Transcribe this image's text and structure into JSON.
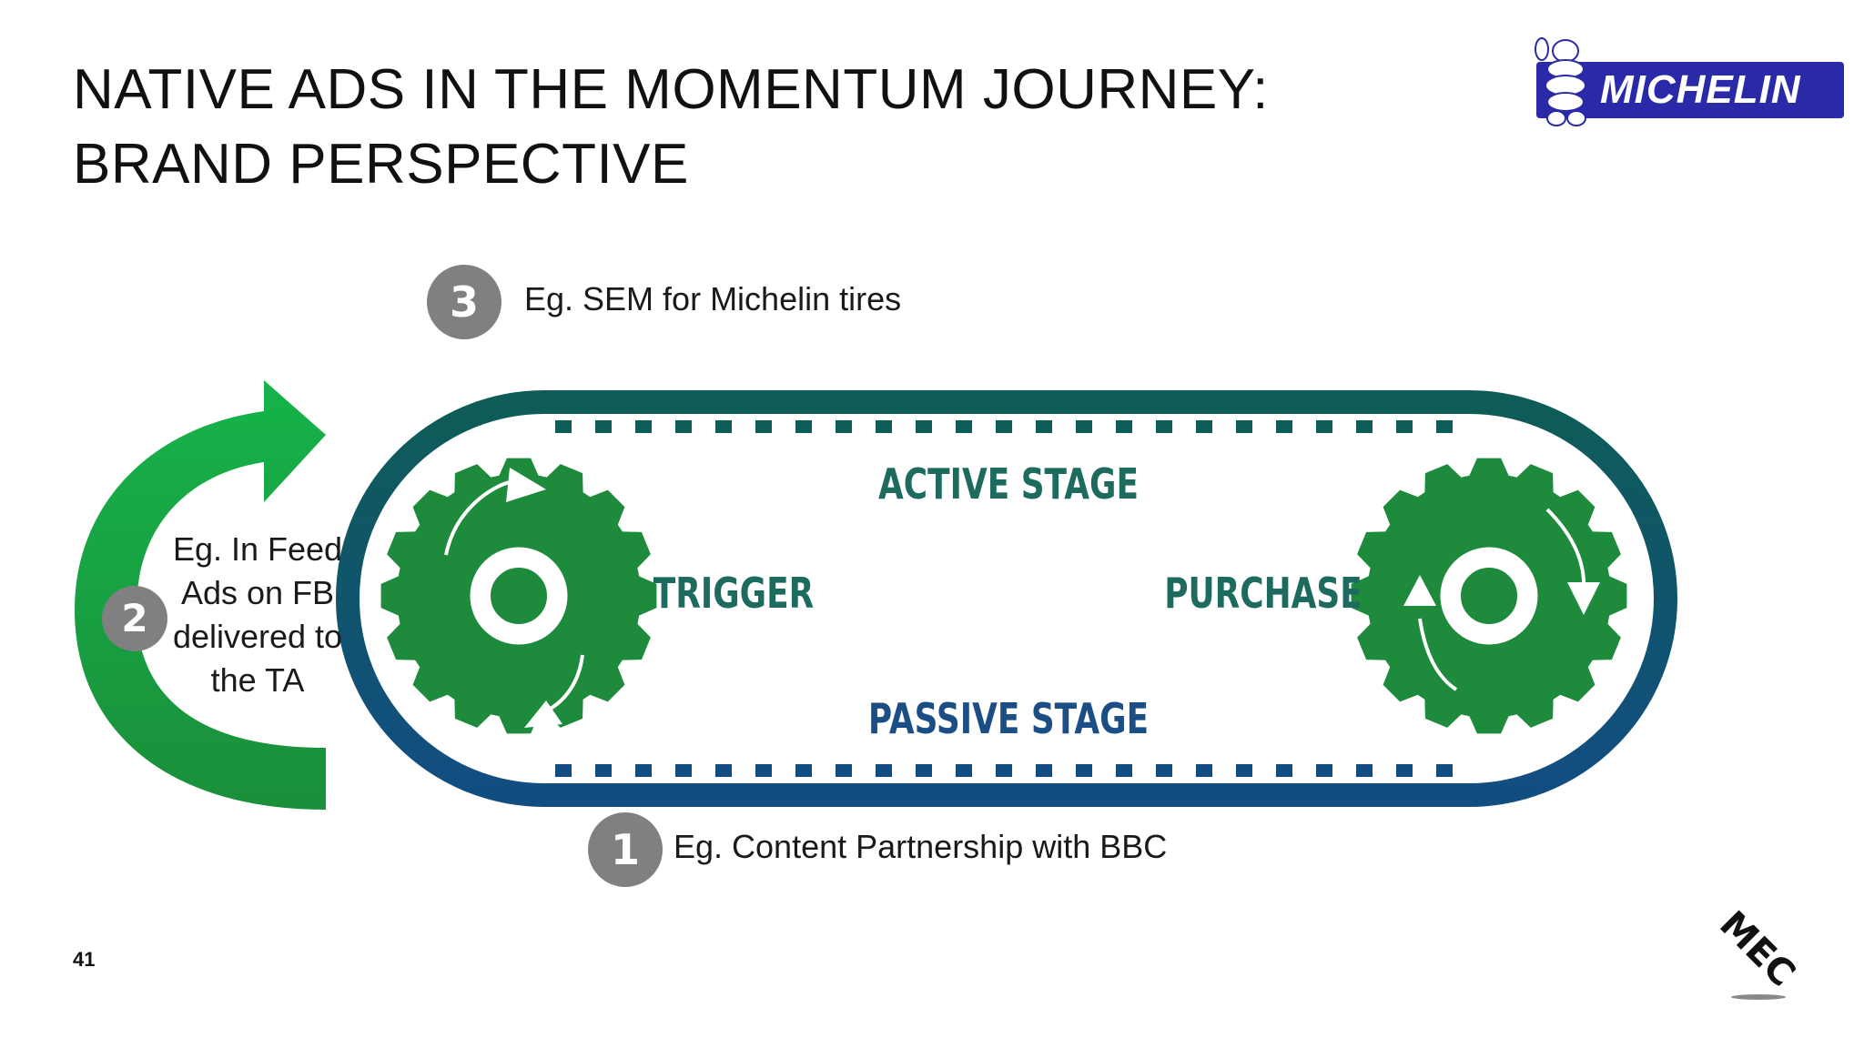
{
  "slide": {
    "title": "NATIVE ADS IN THE MOMENTUM JOURNEY: BRAND PERSPECTIVE",
    "page_number": "41"
  },
  "brand_logo": {
    "text": "MICHELIN",
    "band_color": "#2a2aa8"
  },
  "agency_logo": {
    "text": "MEC"
  },
  "diagram": {
    "stages": {
      "active": "ACTIVE STAGE",
      "passive": "PASSIVE STAGE",
      "trigger": "TRIGGER",
      "purchase": "PURCHASE"
    },
    "colors": {
      "belt": "#0e5c57",
      "gear": "#1e8a3c",
      "arrow": "#1aae4a",
      "label": "#1d6b5e",
      "passive_label": "#1c4e86",
      "badge": "#808080"
    }
  },
  "callouts": [
    {
      "number": "1",
      "text": "Eg. Content Partnership with BBC"
    },
    {
      "number": "2",
      "text": "Eg. In Feed Ads on FB delivered to the TA"
    },
    {
      "number": "3",
      "text": "Eg. SEM for Michelin tires"
    }
  ]
}
